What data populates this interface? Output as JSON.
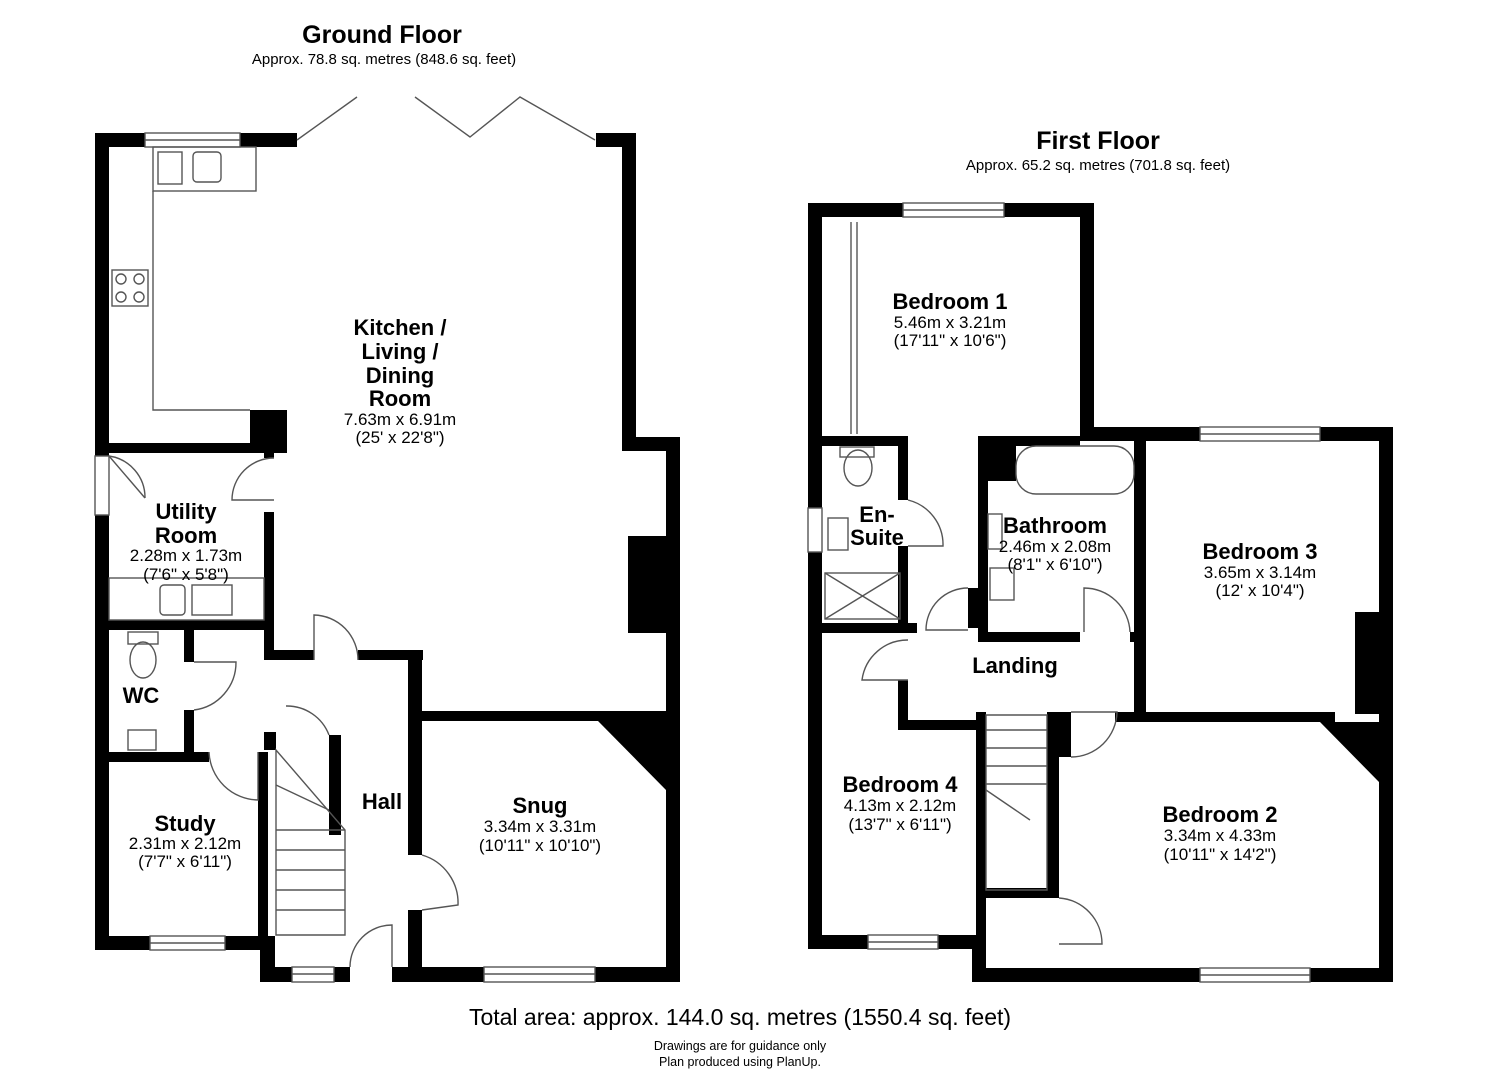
{
  "ground_floor": {
    "title": "Ground Floor",
    "area": "Approx. 78.8 sq. metres (848.6 sq. feet)",
    "rooms": [
      {
        "name": "Kitchen /",
        "name2": "Living /",
        "name3": "Dining",
        "name4": "Room",
        "metric": "7.63m x 6.91m",
        "imperial": "(25' x 22'8\")"
      },
      {
        "name": "Utility",
        "name2": "Room",
        "metric": "2.28m x 1.73m",
        "imperial": "(7'6\" x 5'8\")"
      },
      {
        "name": "WC"
      },
      {
        "name": "Study",
        "metric": "2.31m x 2.12m",
        "imperial": "(7'7\" x 6'11\")"
      },
      {
        "name": "Hall"
      },
      {
        "name": "Snug",
        "metric": "3.34m x 3.31m",
        "imperial": "(10'11\" x 10'10\")"
      }
    ]
  },
  "first_floor": {
    "title": "First Floor",
    "area": "Approx. 65.2 sq. metres (701.8 sq. feet)",
    "rooms": [
      {
        "name": "Bedroom 1",
        "metric": "5.46m x 3.21m",
        "imperial": "(17'11\" x 10'6\")"
      },
      {
        "name": "En-",
        "name2": "Suite"
      },
      {
        "name": "Bathroom",
        "metric": "2.46m x 2.08m",
        "imperial": "(8'1\" x 6'10\")"
      },
      {
        "name": "Bedroom 3",
        "metric": "3.65m x 3.14m",
        "imperial": "(12' x 10'4\")"
      },
      {
        "name": "Landing"
      },
      {
        "name": "Bedroom 4",
        "metric": "4.13m x 2.12m",
        "imperial": "(13'7\" x 6'11\")"
      },
      {
        "name": "Bedroom 2",
        "metric": "3.34m x 4.33m",
        "imperial": "(10'11\" x 14'2\")"
      }
    ]
  },
  "footer": {
    "total": "Total area: approx. 144.0 sq. metres (1550.4 sq. feet)",
    "note1": "Drawings are for guidance only",
    "note2": "Plan produced using PlanUp."
  },
  "colors": {
    "wall": "#000000",
    "background": "#ffffff",
    "fixture": "#555555"
  }
}
